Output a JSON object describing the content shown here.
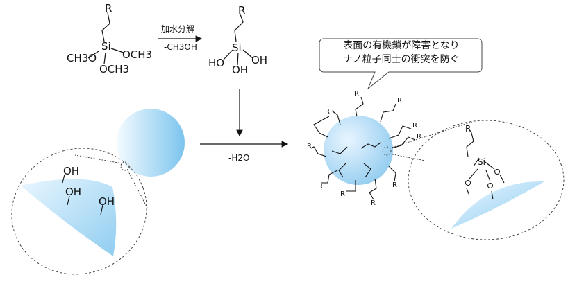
{
  "reaction": {
    "r_group": "R",
    "silicon": "Si",
    "methoxy": "OCH3",
    "methoxy_left": "CH3O",
    "hydroxyl": "OH",
    "hydroxyl_left": "HO",
    "step1_condition": "加水分解",
    "step1_byproduct": "-CH3OH",
    "step2_byproduct": "-H2O"
  },
  "callout": {
    "line1": "表面の有機鎖が障害となり",
    "line2": "ナノ粒子同士の衝突を防ぐ"
  },
  "colors": {
    "sphere_light": "#ffffff",
    "sphere_blue": "#9fd2f2",
    "line": "#111111"
  }
}
